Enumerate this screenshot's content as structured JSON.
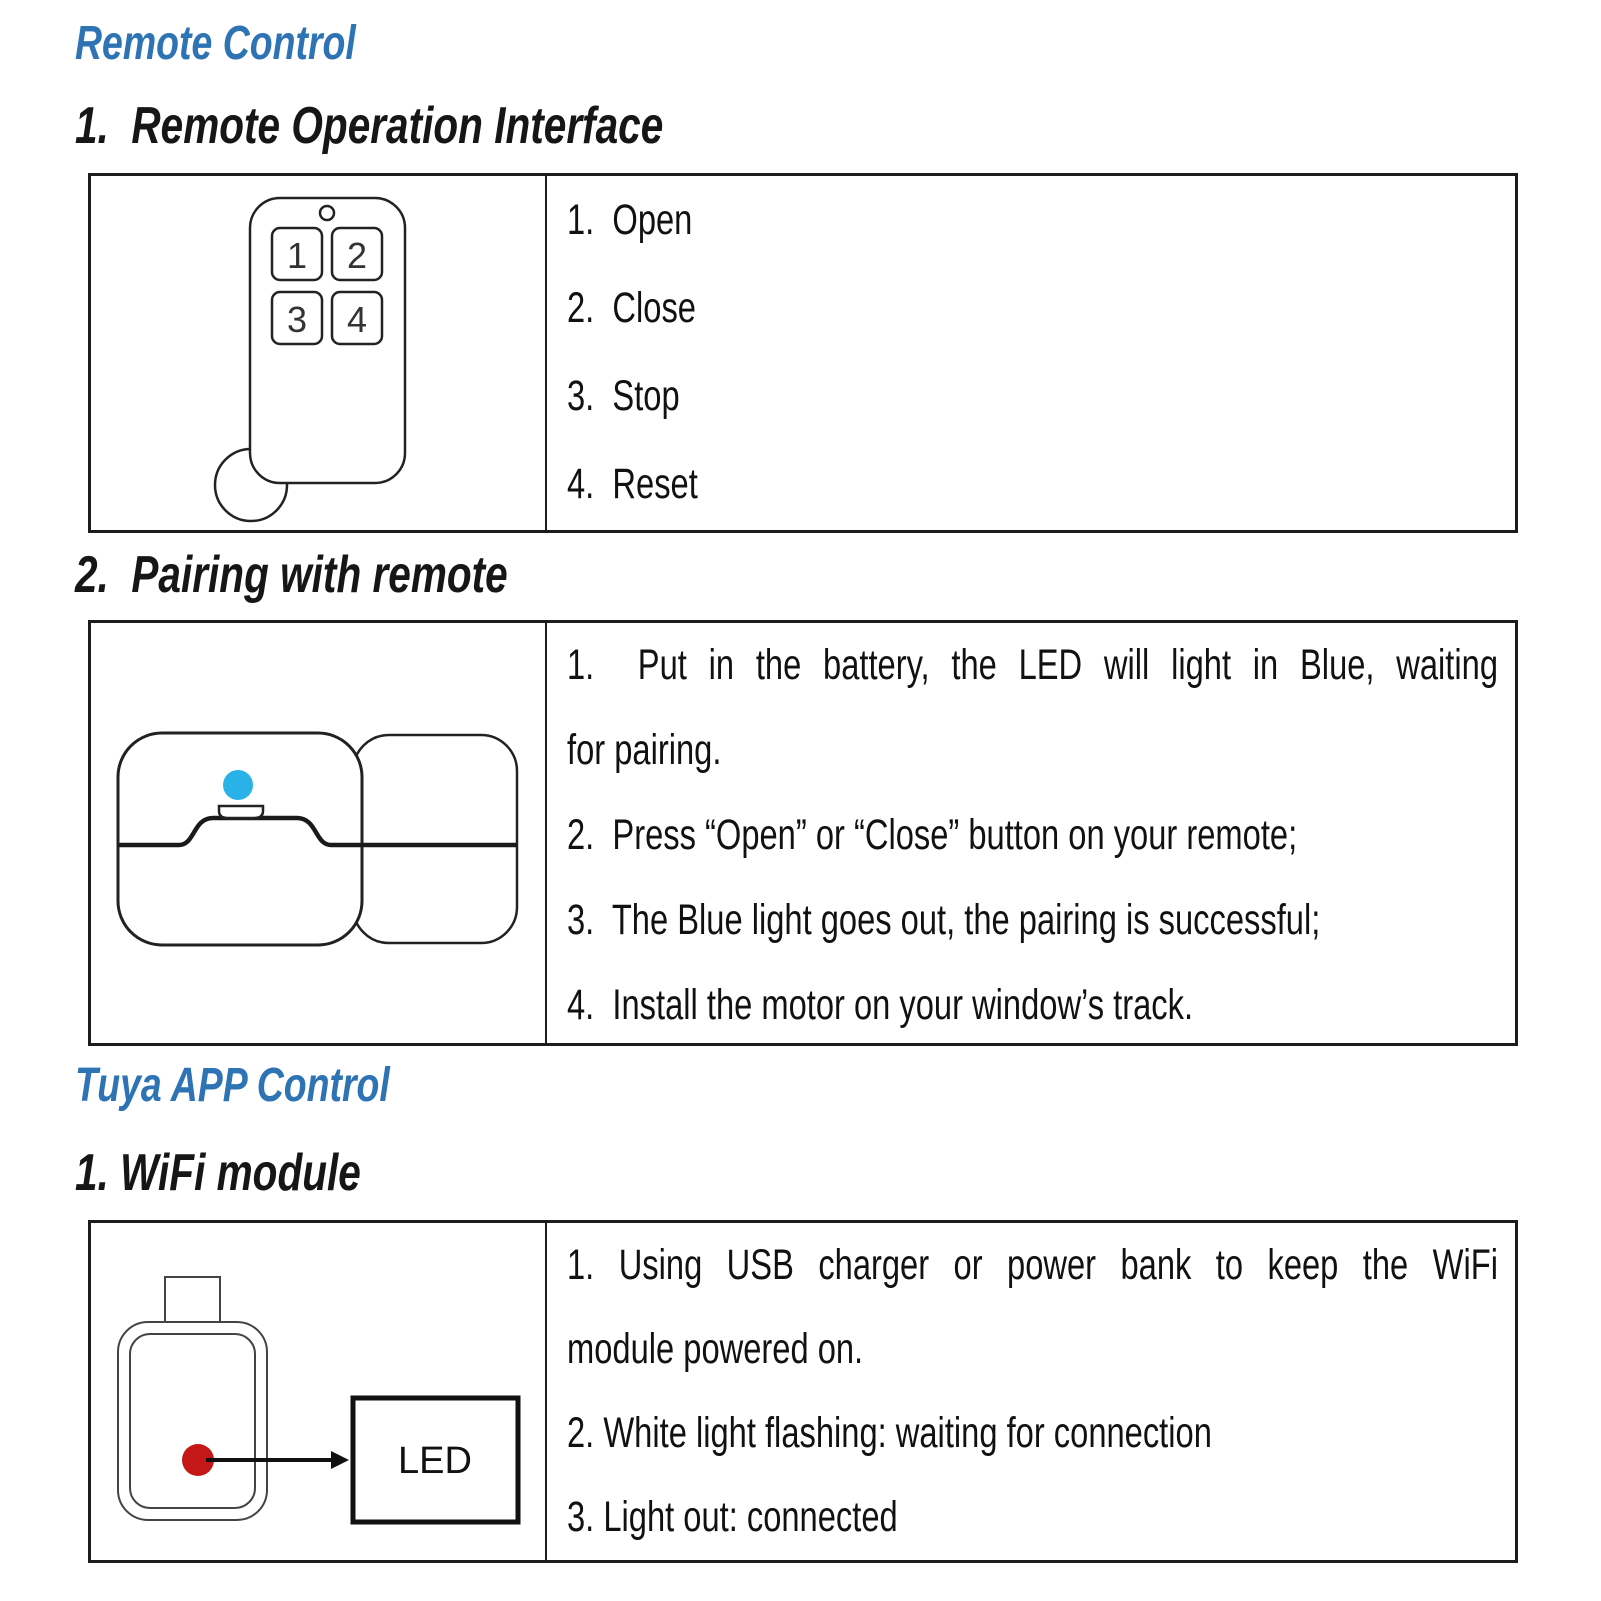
{
  "headings": {
    "remote_control": "Remote Control",
    "remote_operation": "1.  Remote Operation Interface",
    "pairing": "2.  Pairing with remote",
    "tuya": "Tuya APP Control",
    "wifi": "1. WiFi module"
  },
  "colors": {
    "accent_blue": "#2E74B5",
    "led_blue": "#29B2E8",
    "led_red": "#C31718"
  },
  "remote_table": {
    "buttons": [
      "1",
      "2",
      "3",
      "4"
    ],
    "items": [
      "1.  Open",
      "2.  Close",
      "3.  Stop",
      "4.  Reset"
    ]
  },
  "pairing_table": {
    "lines": [
      "1.  Put in the battery, the LED will light in Blue, waiting",
      "for pairing.",
      "2.  Press “Open” or “Close” button on your remote;",
      "3.  The Blue light goes out, the pairing is successful;",
      "4.  Install the motor on your window’s track."
    ]
  },
  "wifi_table": {
    "led_label": "LED",
    "lines": [
      "1. Using USB charger or power bank to keep the WiFi",
      "module powered on.",
      "2. White light flashing: waiting for connection",
      "3. Light out: connected"
    ]
  }
}
